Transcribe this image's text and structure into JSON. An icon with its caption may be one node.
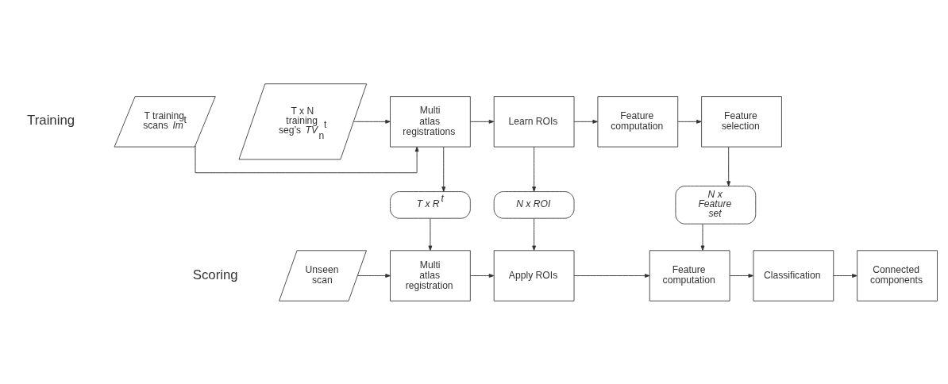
{
  "diagram": {
    "nodes": [
      {
        "text": [
          "T training scans *Im*$^{t}$"
        ]
      },
      {
        "text": [
          "T x N training seg’s *TV*$_{n}$$^{t}$"
        ]
      },
      {
        "text": [
          "Multi atlas registrations"
        ]
      },
      {
        "text": [
          "Learn ROIs"
        ]
      },
      {
        "text": [
          "Feature computation"
        ]
      },
      {
        "text": [
          "Feature selection"
        ]
      },
      {
        "text": [
          "T x R$^{t}$"
        ]
      },
      {
        "text": [
          "N x ROI"
        ]
      },
      {
        "text": [
          "N x Feature set"
        ]
      },
      {
        "text": [
          "Unseen scan"
        ]
      },
      {
        "text": [
          "Multi atlas registration"
        ]
      },
      {
        "text": [
          "Apply ROIs"
        ]
      },
      {
        "text": [
          "Feature computation"
        ]
      },
      {
        "text": [
          "Classification"
        ]
      },
      {
        "text": [
          "Connected components"
        ]
      }
    ],
    "edges": [
      {
        "from": 0,
        "to": 2,
        "arrow": "to"
      },
      {
        "from": 1,
        "to": 2,
        "arrow": "to"
      },
      {
        "from": 2,
        "to": 3,
        "arrow": "to"
      },
      {
        "from": 3,
        "to": 4,
        "arrow": "to"
      },
      {
        "from": 4,
        "to": 5,
        "arrow": "to"
      },
      {
        "from": 2,
        "to": 6,
        "arrow": "to"
      },
      {
        "from": 3,
        "to": 7,
        "arrow": "to"
      },
      {
        "from": 5,
        "to": 8,
        "arrow": "to"
      },
      {
        "from": 6,
        "to": 10,
        "arrow": "to"
      },
      {
        "from": 7,
        "to": 11,
        "arrow": "to"
      },
      {
        "from": 8,
        "to": 12,
        "arrow": "to"
      },
      {
        "from": 9,
        "to": 10,
        "arrow": "to"
      },
      {
        "from": 10,
        "to": 11,
        "arrow": "to"
      },
      {
        "from": 11,
        "to": 12,
        "arrow": "to"
      },
      {
        "from": 12,
        "to": 13,
        "arrow": "to"
      },
      {
        "from": 13,
        "to": 14,
        "arrow": "to"
      }
    ],
    "labels": [
      "Training",
      "Scoring"
    ]
  }
}
